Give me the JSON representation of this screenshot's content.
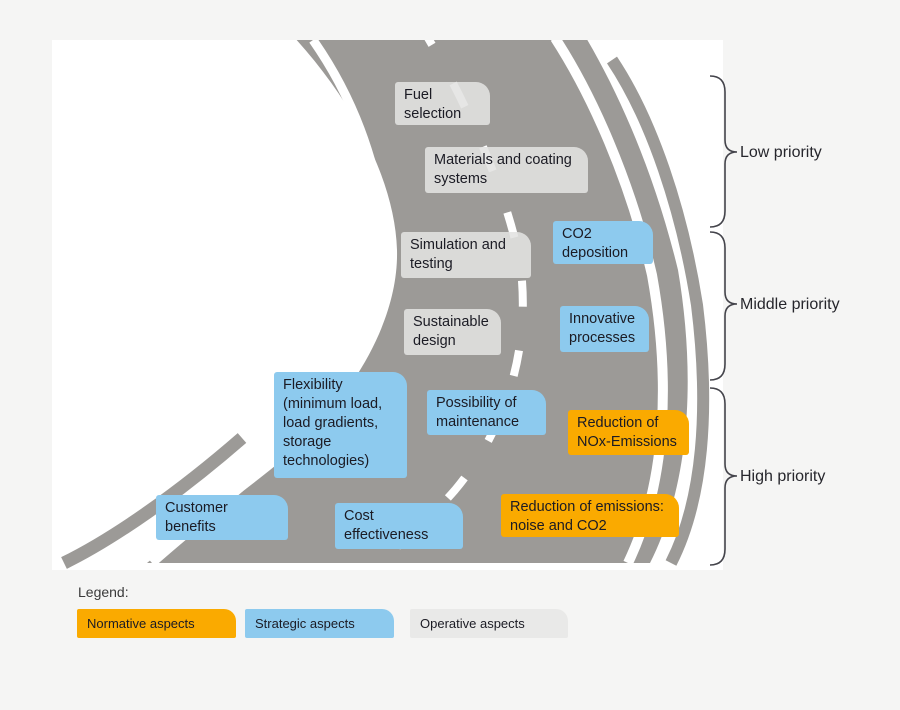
{
  "diagram": {
    "type": "roadmap",
    "nodes": [
      {
        "id": "fuel-selection",
        "category": "operative",
        "label": "Fuel\nselection"
      },
      {
        "id": "materials-coating",
        "category": "operative",
        "label": "Materials and coating\nsystems"
      },
      {
        "id": "simulation-testing",
        "category": "operative",
        "label": "Simulation and\ntesting"
      },
      {
        "id": "co2-deposition",
        "category": "strategic",
        "label": "CO2\ndeposition"
      },
      {
        "id": "sustainable-design",
        "category": "operative",
        "label": "Sustainable\ndesign"
      },
      {
        "id": "innovative-processes",
        "category": "strategic",
        "label": "Innovative\nprocesses"
      },
      {
        "id": "flexibility",
        "category": "strategic",
        "label": "Flexibility\n(minimum load,\nload gradients,\nstorage\ntechnologies)"
      },
      {
        "id": "possibility-maintenance",
        "category": "strategic",
        "label": "Possibility of\nmaintenance"
      },
      {
        "id": "reduction-nox",
        "category": "normative",
        "label": "Reduction of\nNOx-Emissions"
      },
      {
        "id": "customer-benefits",
        "category": "strategic",
        "label": "Customer\nbenefits"
      },
      {
        "id": "cost-effectiveness",
        "category": "strategic",
        "label": "Cost\neffectiveness"
      },
      {
        "id": "reduction-emissions",
        "category": "normative",
        "label": "Reduction of emissions:\nnoise and CO2"
      }
    ],
    "priorities": [
      {
        "id": "low",
        "label": "Low priority"
      },
      {
        "id": "middle",
        "label": "Middle priority"
      },
      {
        "id": "high",
        "label": "High priority"
      }
    ],
    "legend": {
      "title": "Legend:",
      "items": [
        {
          "id": "normative",
          "label": "Normative aspects",
          "color": "#FAAA00"
        },
        {
          "id": "strategic",
          "label": "Strategic aspects",
          "color": "#8DCAEE"
        },
        {
          "id": "operative",
          "label": "Operative aspects",
          "color": "#E9E9E8"
        }
      ]
    },
    "colors": {
      "road": "#9C9A97",
      "panel_background": "#FFFFFF",
      "page_background": "#F5F5F4",
      "box_text": "#1B1B24"
    }
  }
}
